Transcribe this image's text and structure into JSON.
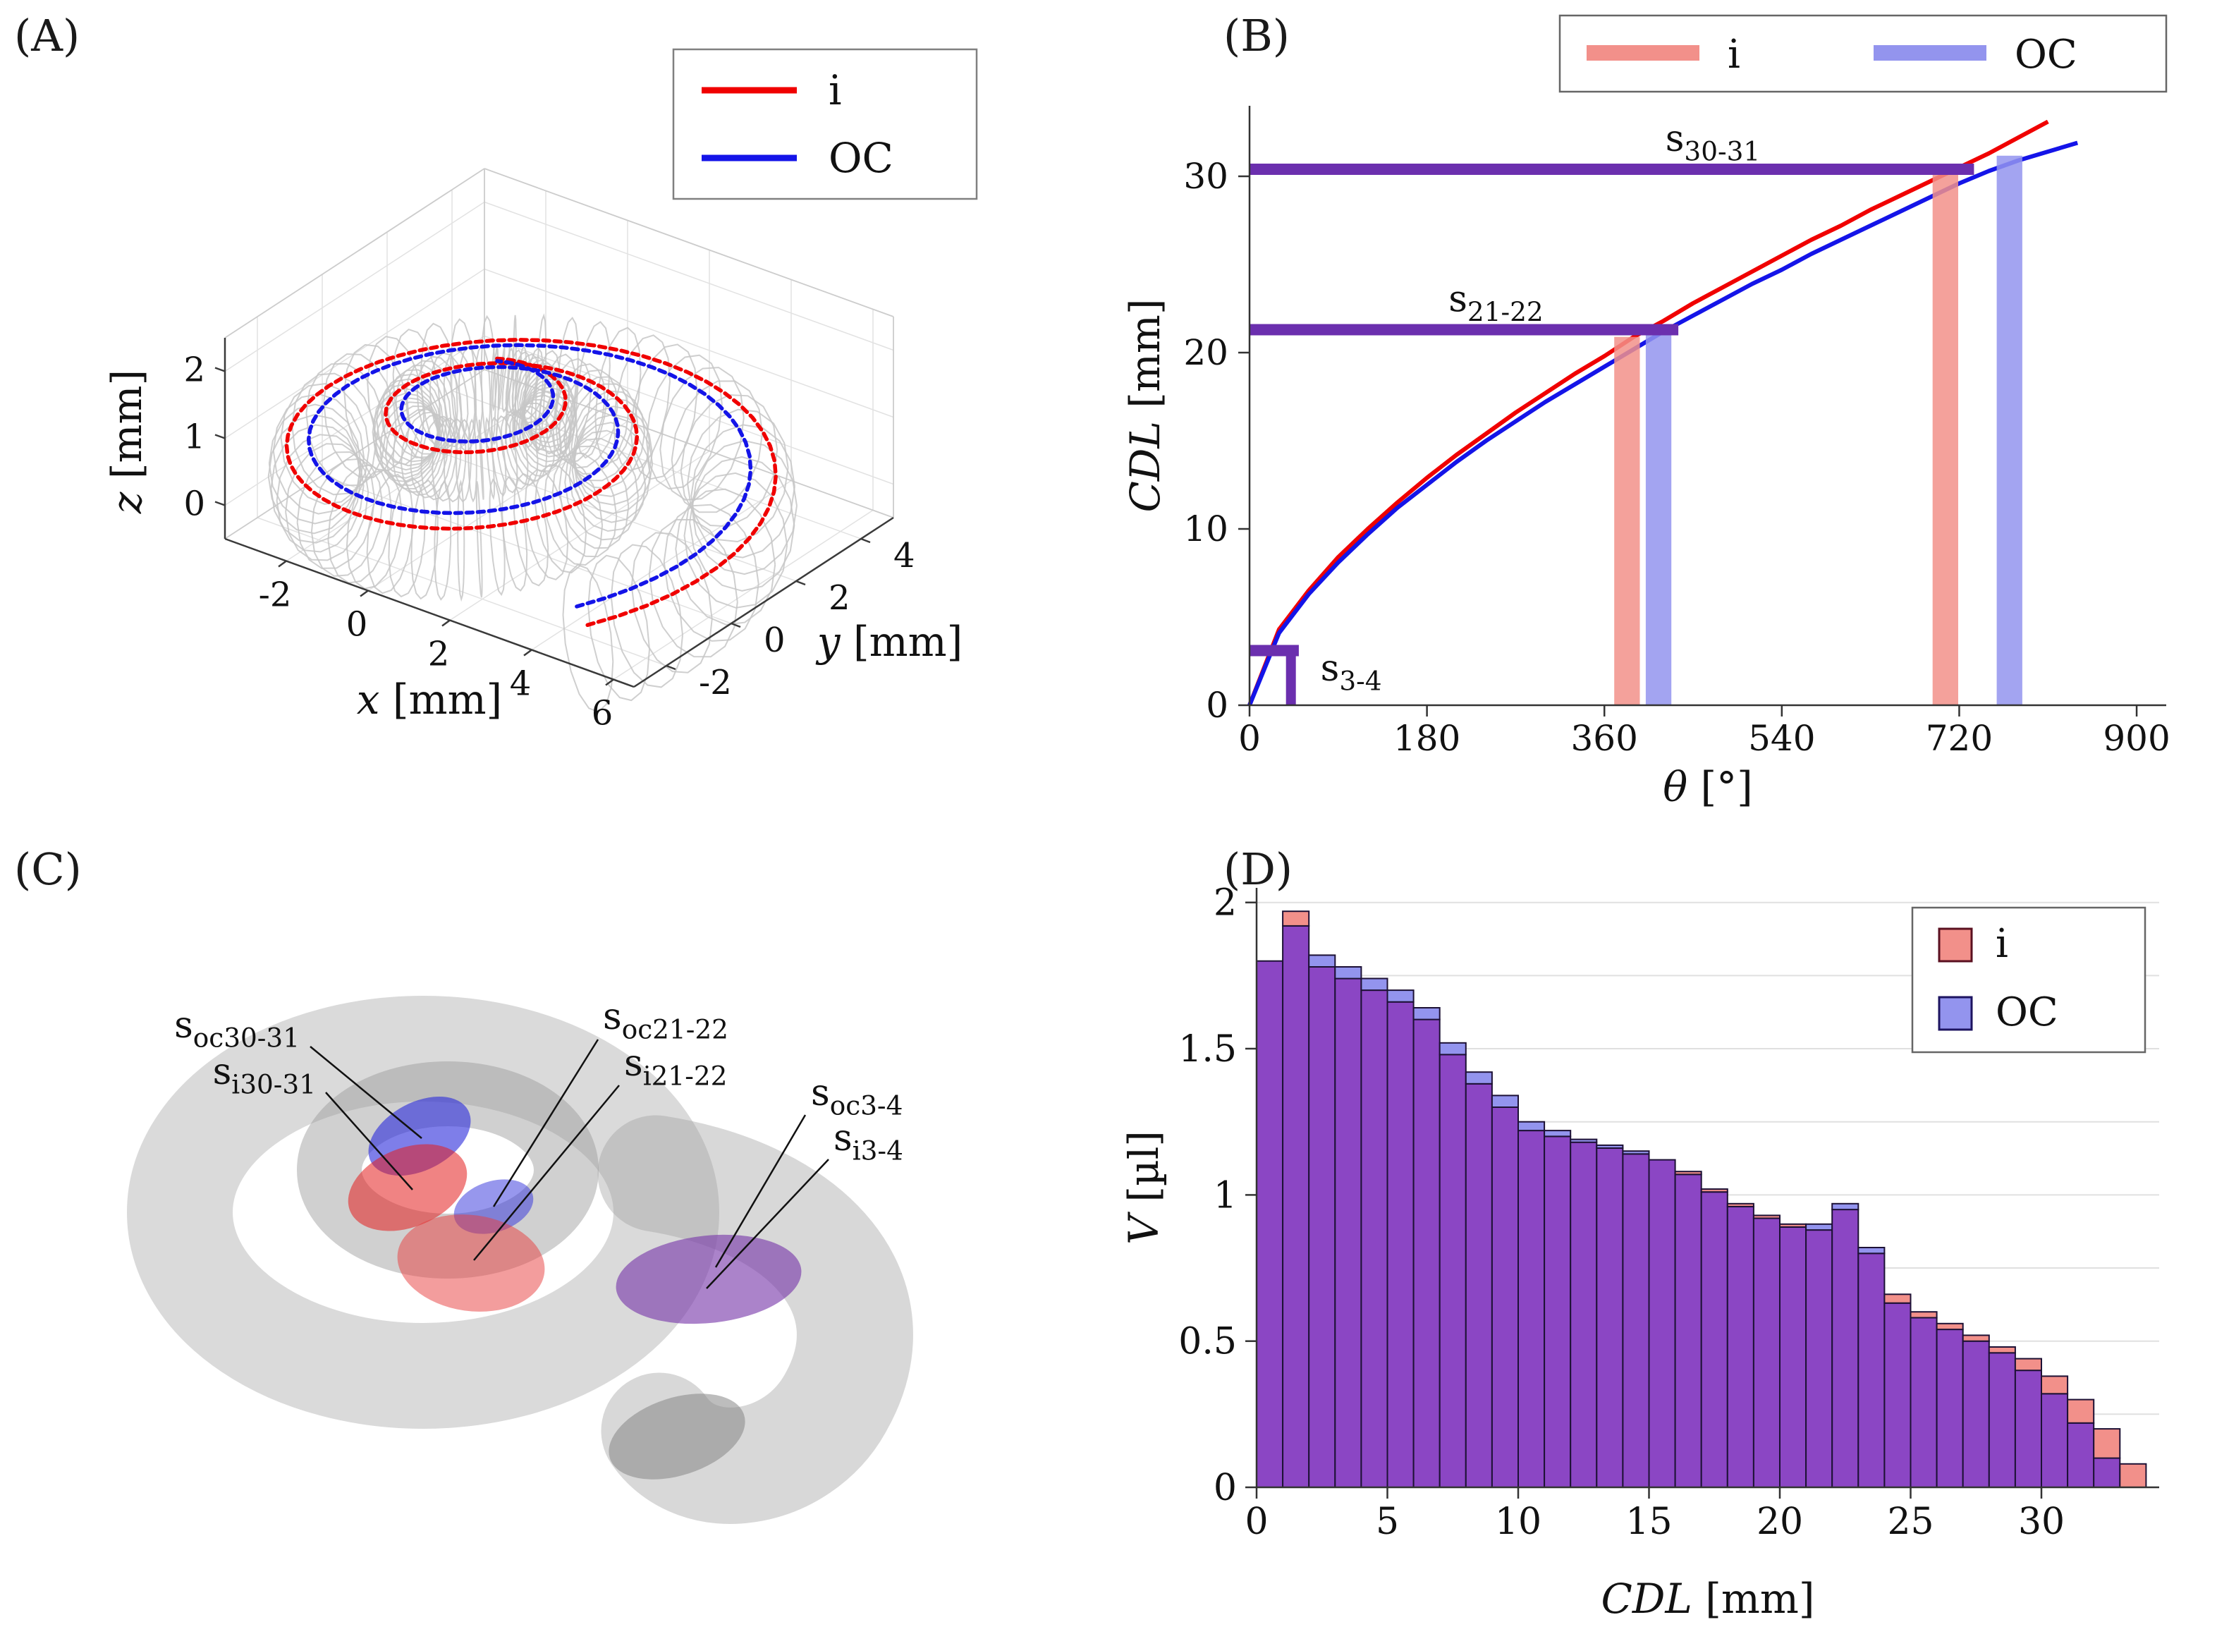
{
  "colors": {
    "i": "#f00000",
    "oc": "#1414e8",
    "i_bar": "#f2908a",
    "oc_bar": "#9394ee",
    "section": "#6b2fae",
    "overlap": "#8b46c4",
    "bar_edge": "#1d1135",
    "gray_body": "#9e9e9e"
  },
  "chart_data": [
    {
      "panel": "A",
      "tag": "(A)",
      "type": "line3d",
      "xlabel": {
        "var": "x",
        "unit": " [mm]"
      },
      "ylabel": {
        "var": "y",
        "unit": " [mm]"
      },
      "zlabel": {
        "var": "z",
        "unit": " [mm]"
      },
      "xticks": [
        -2,
        0,
        2,
        4,
        6
      ],
      "yticks": [
        -2,
        0,
        2,
        4
      ],
      "zticks": [
        0,
        1,
        2
      ],
      "xlim": [
        -3.5,
        6.5
      ],
      "ylim": [
        -3,
        5
      ],
      "zlim": [
        -0.5,
        2.5
      ],
      "legend": [
        {
          "label": "i"
        },
        {
          "label": "OC"
        }
      ],
      "description": "Grey dotted tube rings trace the cochlear scala (about 2.4 turns with basal hook at lower right); red curve i and blue curve OC run along the duct",
      "spiral": {
        "turns_deg": 880,
        "r_outer": 5.6,
        "r_decay": 0.002016,
        "tube_r_start": 1.05,
        "tube_r_end": 0.43,
        "z_rise": 1.55
      }
    },
    {
      "panel": "B",
      "tag": "(B)",
      "type": "line",
      "xlabel": {
        "var": "θ",
        "unit": " [°]"
      },
      "ylabel": {
        "var": "CDL",
        "unit": " [mm]"
      },
      "xticks": [
        0,
        180,
        360,
        540,
        720,
        900
      ],
      "yticks": [
        0,
        10,
        20,
        30
      ],
      "xlim": [
        0,
        930
      ],
      "ylim": [
        0,
        34
      ],
      "legend": [
        {
          "label": "i"
        },
        {
          "label": "OC"
        }
      ],
      "series": [
        {
          "name": "i",
          "color": "#f00000",
          "x": [
            0,
            30,
            60,
            90,
            120,
            150,
            180,
            210,
            240,
            270,
            300,
            330,
            360,
            390,
            420,
            450,
            480,
            510,
            540,
            570,
            600,
            630,
            660,
            690,
            720,
            750,
            780,
            810
          ],
          "y": [
            0,
            4.3,
            6.5,
            8.4,
            10.0,
            11.5,
            12.9,
            14.2,
            15.4,
            16.6,
            17.7,
            18.8,
            19.8,
            20.9,
            21.8,
            22.8,
            23.7,
            24.6,
            25.5,
            26.4,
            27.2,
            28.1,
            28.9,
            29.7,
            30.5,
            31.3,
            32.2,
            33.1
          ]
        },
        {
          "name": "OC",
          "color": "#1414e8",
          "x": [
            0,
            30,
            60,
            90,
            120,
            150,
            180,
            210,
            240,
            270,
            300,
            330,
            360,
            390,
            420,
            450,
            480,
            510,
            540,
            570,
            600,
            630,
            660,
            690,
            720,
            750,
            780,
            810,
            840
          ],
          "y": [
            0,
            4.1,
            6.3,
            8.1,
            9.7,
            11.2,
            12.5,
            13.8,
            15.0,
            16.1,
            17.2,
            18.2,
            19.2,
            20.2,
            21.2,
            22.1,
            23.0,
            23.9,
            24.7,
            25.6,
            26.4,
            27.2,
            28.0,
            28.8,
            29.6,
            30.3,
            30.9,
            31.4,
            31.9
          ]
        }
      ],
      "sections": [
        {
          "label": {
            "main": "s",
            "sub": "30-31"
          },
          "cdl": 30.4,
          "theta_i": 706,
          "theta_oc": 771,
          "bar_end": 735,
          "label_theta": 470,
          "label_pos": "above"
        },
        {
          "label": {
            "main": "s",
            "sub": "21-22"
          },
          "cdl": 21.3,
          "theta_i": 383,
          "theta_oc": 415,
          "bar_end": 435,
          "label_theta": 250,
          "label_pos": "above"
        },
        {
          "label": {
            "main": "s",
            "sub": "3-4"
          },
          "cdl": 3.1,
          "theta_i": null,
          "theta_oc": null,
          "marker_theta": 42,
          "bar_end": 50,
          "label_theta": 72,
          "label_pos": "right"
        }
      ]
    },
    {
      "panel": "C",
      "tag": "(C)",
      "type": "render3d",
      "description": "Translucent grey 3-D cochlea volume; coloured cross-section patches (blue OC segments, red i segments, purple overlap band on basal hook)",
      "annotations": [
        {
          "main": "s",
          "sub": "oc30-31",
          "color": "#1414e8"
        },
        {
          "main": "s",
          "sub": "i30-31",
          "color": "#f00000"
        },
        {
          "main": "s",
          "sub": "oc21-22",
          "color": "#1414e8"
        },
        {
          "main": "s",
          "sub": "i21-22",
          "color": "#f00000"
        },
        {
          "main": "s",
          "sub": "oc3-4",
          "color": "#1414e8"
        },
        {
          "main": "s",
          "sub": "i3-4",
          "color": "#f00000"
        }
      ]
    },
    {
      "panel": "D",
      "tag": "(D)",
      "type": "histogram",
      "xlabel": {
        "var": "CDL",
        "unit": " [mm]"
      },
      "ylabel": {
        "var": "V",
        "unit": " [µl]"
      },
      "xticks": [
        0,
        5,
        10,
        15,
        20,
        25,
        30
      ],
      "yticks": [
        0,
        0.5,
        1,
        1.5,
        2
      ],
      "xlim": [
        0,
        34.5
      ],
      "ylim": [
        0,
        2.05
      ],
      "bin_width": 1,
      "legend": [
        {
          "label": "i"
        },
        {
          "label": "OC"
        }
      ],
      "series": [
        {
          "name": "i",
          "values": [
            1.8,
            1.97,
            1.78,
            1.74,
            1.7,
            1.66,
            1.6,
            1.48,
            1.38,
            1.3,
            1.22,
            1.2,
            1.18,
            1.16,
            1.14,
            1.12,
            1.08,
            1.02,
            0.97,
            0.93,
            0.9,
            0.88,
            0.95,
            0.8,
            0.66,
            0.6,
            0.56,
            0.52,
            0.48,
            0.44,
            0.38,
            0.3,
            0.2,
            0.08
          ]
        },
        {
          "name": "OC",
          "values": [
            1.8,
            1.92,
            1.82,
            1.78,
            1.74,
            1.7,
            1.64,
            1.52,
            1.42,
            1.34,
            1.25,
            1.22,
            1.19,
            1.17,
            1.15,
            1.12,
            1.07,
            1.01,
            0.96,
            0.92,
            0.89,
            0.9,
            0.97,
            0.82,
            0.63,
            0.58,
            0.54,
            0.5,
            0.46,
            0.4,
            0.32,
            0.22,
            0.1,
            0.0
          ]
        }
      ]
    }
  ]
}
